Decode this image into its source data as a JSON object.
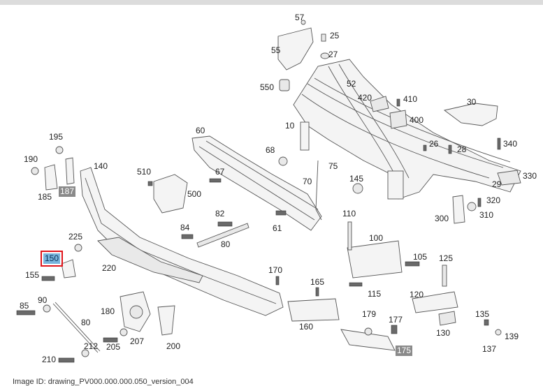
{
  "labels": [
    {
      "id": "57",
      "text": "57"
    },
    {
      "id": "25",
      "text": "25"
    },
    {
      "id": "55",
      "text": "55"
    },
    {
      "id": "27",
      "text": "27"
    },
    {
      "id": "550",
      "text": "550"
    },
    {
      "id": "52",
      "text": "52"
    },
    {
      "id": "420",
      "text": "420"
    },
    {
      "id": "410",
      "text": "410"
    },
    {
      "id": "30",
      "text": "30"
    },
    {
      "id": "400",
      "text": "400"
    },
    {
      "id": "10",
      "text": "10"
    },
    {
      "id": "195",
      "text": "195"
    },
    {
      "id": "60",
      "text": "60"
    },
    {
      "id": "26",
      "text": "26"
    },
    {
      "id": "28",
      "text": "28"
    },
    {
      "id": "340",
      "text": "340"
    },
    {
      "id": "190",
      "text": "190"
    },
    {
      "id": "140",
      "text": "140"
    },
    {
      "id": "68",
      "text": "68"
    },
    {
      "id": "75",
      "text": "75"
    },
    {
      "id": "510",
      "text": "510"
    },
    {
      "id": "67",
      "text": "67"
    },
    {
      "id": "145",
      "text": "145"
    },
    {
      "id": "330",
      "text": "330"
    },
    {
      "id": "187",
      "text": "187"
    },
    {
      "id": "70",
      "text": "70"
    },
    {
      "id": "29",
      "text": "29"
    },
    {
      "id": "185",
      "text": "185"
    },
    {
      "id": "500",
      "text": "500"
    },
    {
      "id": "320",
      "text": "320"
    },
    {
      "id": "82",
      "text": "82"
    },
    {
      "id": "110",
      "text": "110"
    },
    {
      "id": "310",
      "text": "310"
    },
    {
      "id": "300",
      "text": "300"
    },
    {
      "id": "61",
      "text": "61"
    },
    {
      "id": "84",
      "text": "84"
    },
    {
      "id": "225",
      "text": "225"
    },
    {
      "id": "100",
      "text": "100"
    },
    {
      "id": "80a",
      "text": "80"
    },
    {
      "id": "150",
      "text": "150"
    },
    {
      "id": "220",
      "text": "220"
    },
    {
      "id": "105",
      "text": "105"
    },
    {
      "id": "125",
      "text": "125"
    },
    {
      "id": "155",
      "text": "155"
    },
    {
      "id": "170",
      "text": "170"
    },
    {
      "id": "165",
      "text": "165"
    },
    {
      "id": "115",
      "text": "115"
    },
    {
      "id": "120",
      "text": "120"
    },
    {
      "id": "85",
      "text": "85"
    },
    {
      "id": "90",
      "text": "90"
    },
    {
      "id": "180",
      "text": "180"
    },
    {
      "id": "135",
      "text": "135"
    },
    {
      "id": "179",
      "text": "179"
    },
    {
      "id": "177",
      "text": "177"
    },
    {
      "id": "160",
      "text": "160"
    },
    {
      "id": "80b",
      "text": "80"
    },
    {
      "id": "139",
      "text": "139"
    },
    {
      "id": "130",
      "text": "130"
    },
    {
      "id": "207",
      "text": "207"
    },
    {
      "id": "212",
      "text": "212"
    },
    {
      "id": "205",
      "text": "205"
    },
    {
      "id": "200",
      "text": "200"
    },
    {
      "id": "137",
      "text": "137"
    },
    {
      "id": "175",
      "text": "175"
    },
    {
      "id": "210",
      "text": "210"
    }
  ],
  "selected_part": "150",
  "footer": "Image ID: drawing_PV000.000.000.050_version_004"
}
